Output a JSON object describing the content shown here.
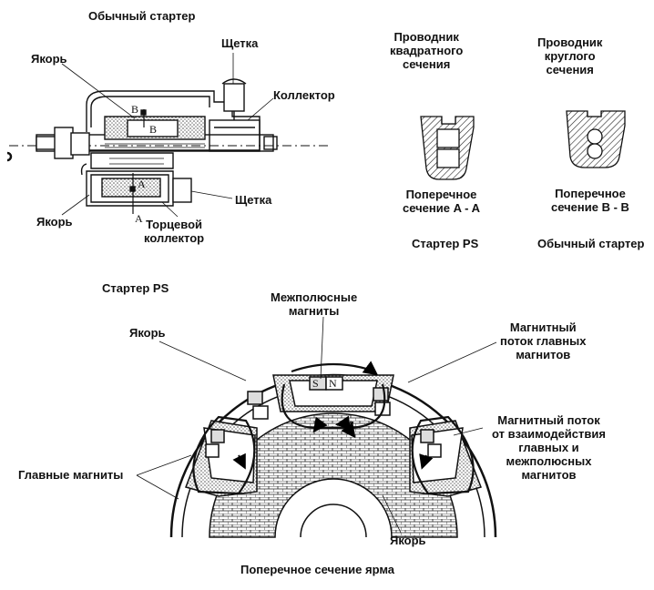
{
  "figure": {
    "conventional_title": "Обычный стартер",
    "brush_top": "Щетка",
    "armature_top": "Якорь",
    "commutator": "Коллектор",
    "marker_b_top": "B",
    "marker_b_inner": "B",
    "marker_a_inner": "A",
    "marker_a_bottom": "A",
    "brush_bottom": "Щетка",
    "armature_bottom": "Якорь",
    "face_commutator": "Торцевой\nколлектор",
    "square_conductor": "Проводник\nквадратного\nсечения",
    "round_conductor": "Проводник\nкруглого\nсечения",
    "section_aa": "Поперечное\nсечение A - A",
    "section_bb": "Поперечное\nсечение B - B",
    "ps_starter_caption": "Стартер PS",
    "conventional_caption": "Обычный стартер",
    "ps_starter_title": "Стартер PS",
    "interpole_magnets": "Межполюсные\nмагниты",
    "armature_yoke": "Якорь",
    "main_flux": "Магнитный\nпоток главных\nмагнитов",
    "interaction_flux": "Магнитный поток\nот взаимодействия\nглавных и\nмежполюсных\nмагнитов",
    "main_magnets": "Главные магниты",
    "armature_center": "Якорь",
    "yoke_section": "Поперечное сечение ярма",
    "pole_s": "S",
    "pole_n": "N"
  }
}
